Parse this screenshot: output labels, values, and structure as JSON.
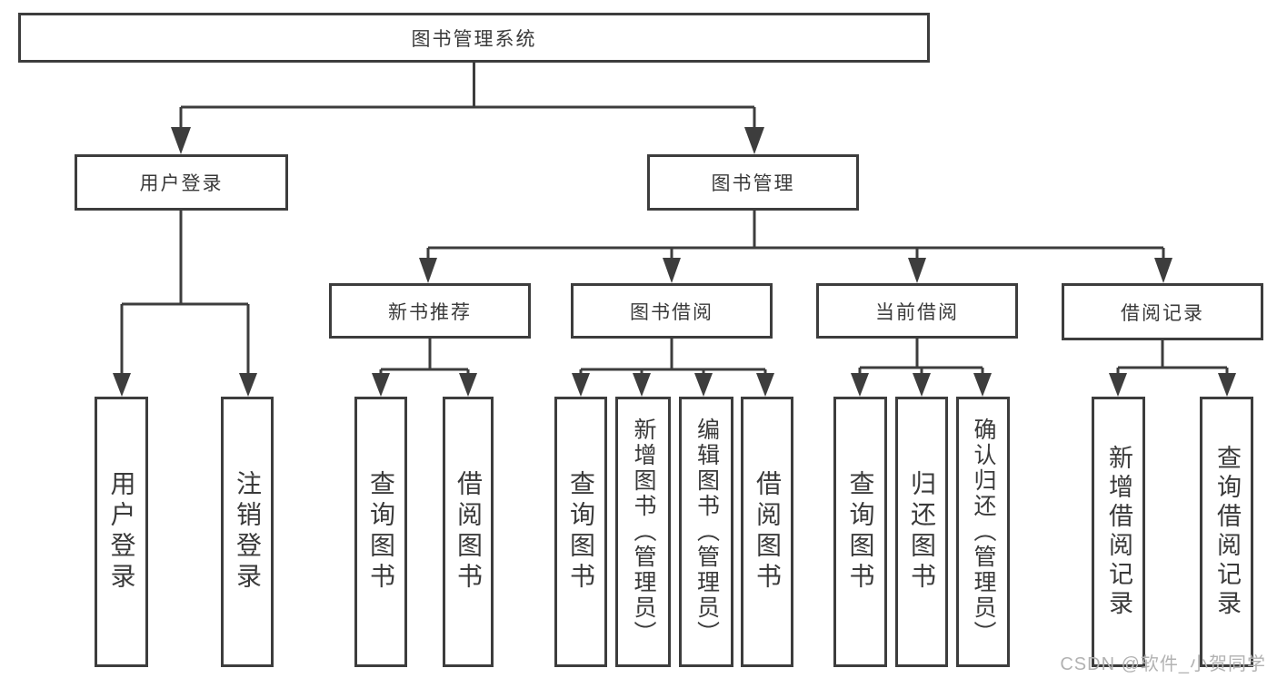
{
  "diagram_title": "图书管理系统",
  "tree": {
    "label": "图书管理系统",
    "children": [
      {
        "label": "用户登录",
        "children": [
          {
            "label": "用户登录"
          },
          {
            "label": "注销登录"
          }
        ]
      },
      {
        "label": "图书管理",
        "children": [
          {
            "label": "新书推荐",
            "children": [
              {
                "label": "查询图书"
              },
              {
                "label": "借阅图书"
              }
            ]
          },
          {
            "label": "图书借阅",
            "children": [
              {
                "label": "查询图书"
              },
              {
                "label": "新增图书（管理员）"
              },
              {
                "label": "编辑图书（管理员）"
              },
              {
                "label": "借阅图书"
              }
            ]
          },
          {
            "label": "当前借阅",
            "children": [
              {
                "label": "查询图书"
              },
              {
                "label": "归还图书"
              },
              {
                "label": "确认归还（管理员）"
              }
            ]
          },
          {
            "label": "借阅记录",
            "children": [
              {
                "label": "新增借阅记录"
              },
              {
                "label": "查询借阅记录"
              }
            ]
          }
        ]
      }
    ]
  },
  "watermark": "CSDN @软件_小贺同学",
  "colors": {
    "line": "#3d3d3d",
    "text": "#3a3a3a",
    "watermark": "#b2b2b2",
    "background": "#ffffff"
  }
}
